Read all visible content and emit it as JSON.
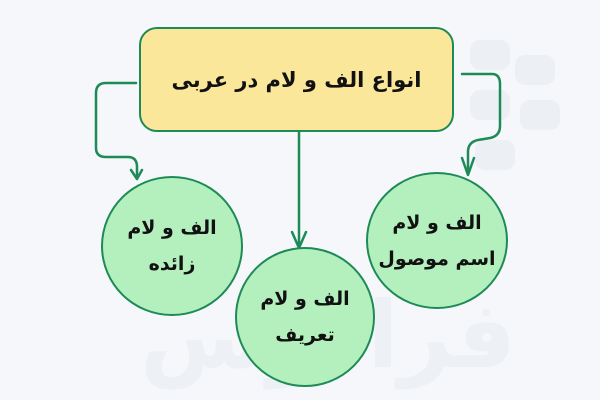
{
  "diagram": {
    "title": "انواع الف و لام در عربی",
    "nodes": [
      {
        "id": "zaede",
        "line1": "الف و لام",
        "line2": "زائده"
      },
      {
        "id": "tarif",
        "line1": "الف و لام",
        "line2": "تعریف"
      },
      {
        "id": "esm_mosool",
        "line1": "الف و لام",
        "line2": "اسم موصول"
      }
    ],
    "watermark": "فرادرس",
    "colors": {
      "background": "#f5f7fa",
      "title_fill": "#fbe79a",
      "node_fill": "#b4efbe",
      "stroke": "#1e8a57"
    }
  }
}
